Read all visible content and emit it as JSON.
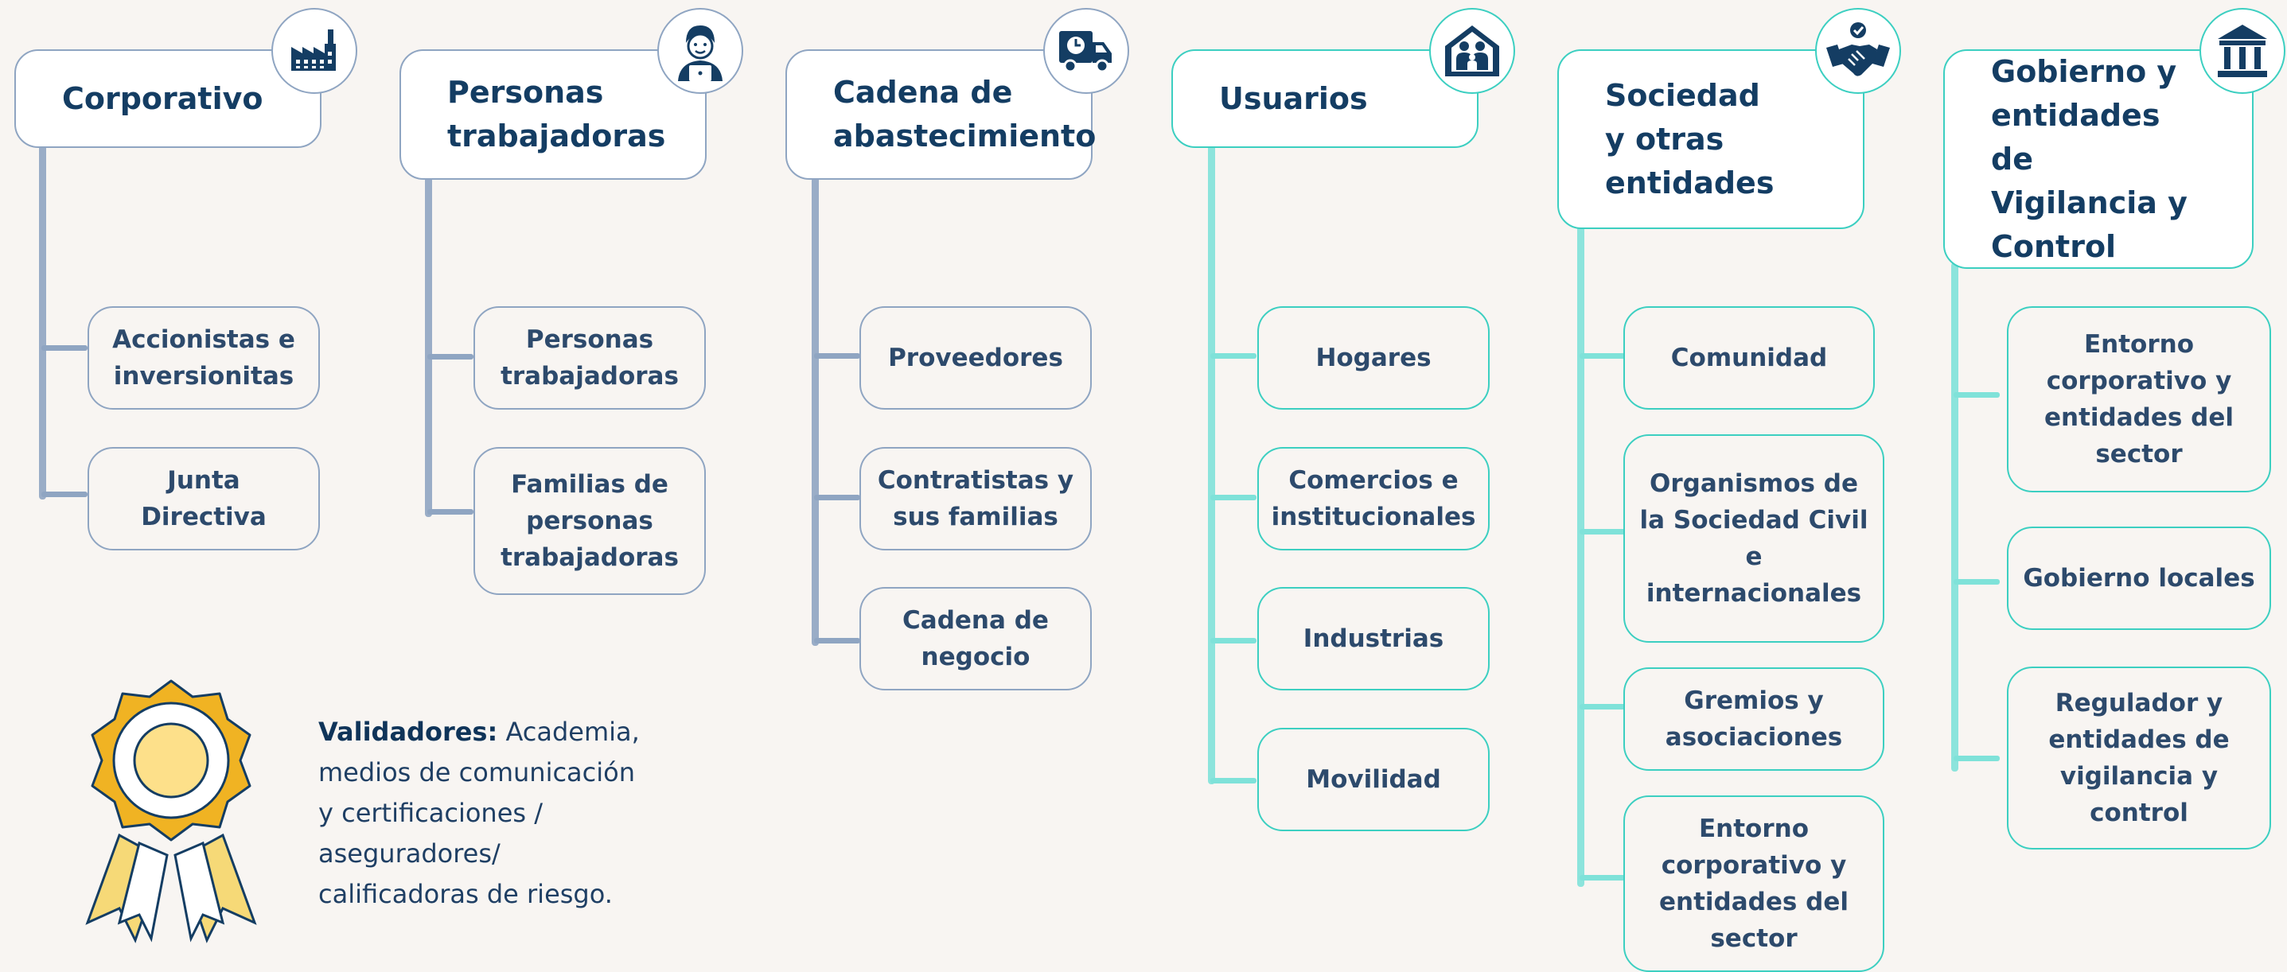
{
  "columns": [
    {
      "title": "Corporativo",
      "icon": "factory-icon",
      "items": [
        "Accionistas e inversionitas",
        "Junta Directiva"
      ]
    },
    {
      "title": "Personas trabajadoras",
      "icon": "worker-laptop-icon",
      "items": [
        "Personas trabajadoras",
        "Familias de personas trabajadoras"
      ]
    },
    {
      "title": "Cadena de abastecimiento",
      "icon": "delivery-truck-icon",
      "items": [
        "Proveedores",
        "Contratistas y sus familias",
        "Cadena de negocio"
      ]
    },
    {
      "title": "Usuarios",
      "icon": "family-house-icon",
      "items": [
        "Hogares",
        "Comercios e institucionales",
        "Industrias",
        "Movilidad"
      ]
    },
    {
      "title": "Sociedad y otras entidades",
      "icon": "handshake-icon",
      "items": [
        "Comunidad",
        "Organismos de la Sociedad Civil e internacionales",
        "Gremios y asociaciones",
        "Entorno corporativo y entidades del sector"
      ]
    },
    {
      "title": "Gobierno y entidades de Vigilancia y Control",
      "icon": "government-building-icon",
      "items": [
        "Entorno corporativo y entidades del sector",
        "Gobierno locales",
        "Regulador y entidades de vigilancia y control"
      ]
    }
  ],
  "validators": {
    "label": "Validadores:",
    "text": " Academia, medios de comunicación y certificaciones / aseguradores/ calificadoras de riesgo."
  },
  "colors": {
    "slate": "#8fa5c2",
    "teal": "#3ccfc1",
    "navy": "#143d63",
    "gold": "#f0b323",
    "background": "#f8f5f2"
  }
}
